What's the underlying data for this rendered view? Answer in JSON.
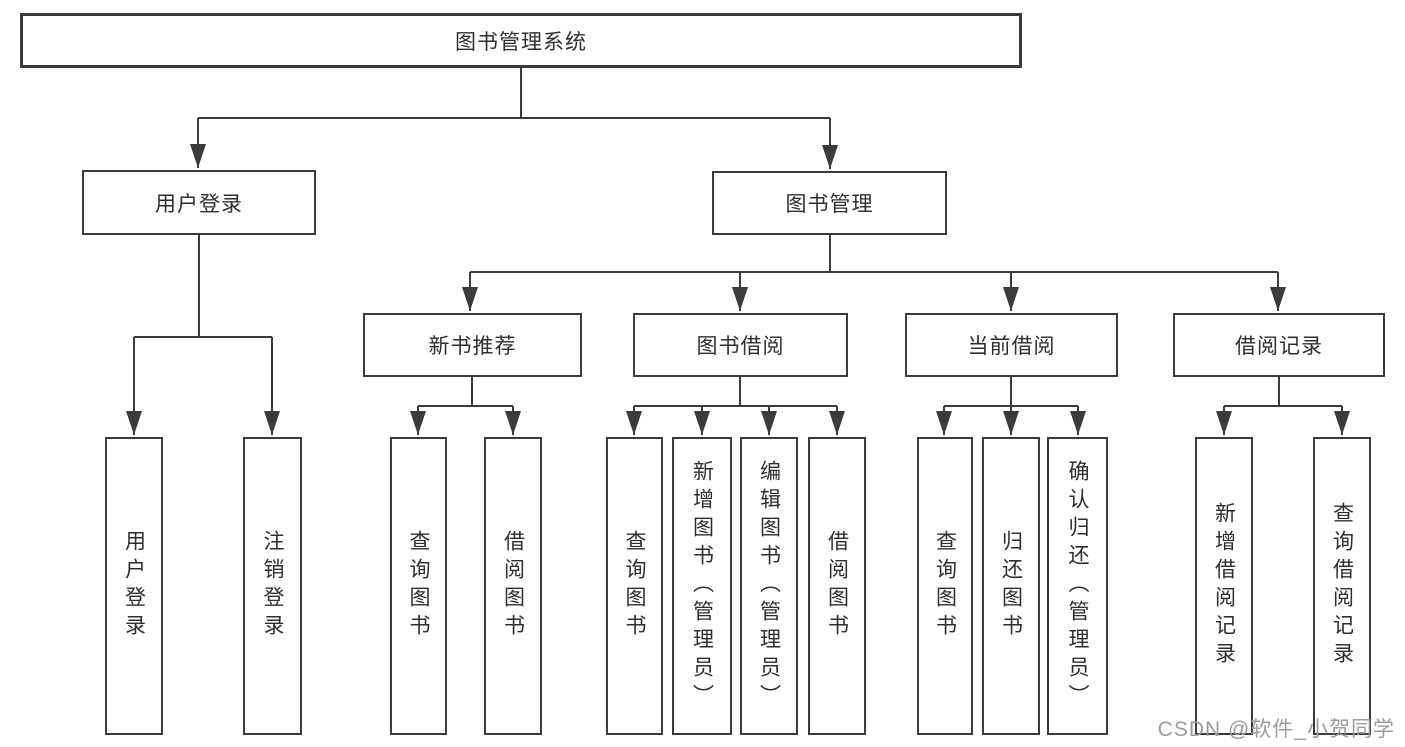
{
  "tree": {
    "root": {
      "label": "图书管理系统"
    },
    "children": [
      {
        "label": "用户登录",
        "children": [
          {
            "label": "用户登录"
          },
          {
            "label": "注销登录"
          }
        ]
      },
      {
        "label": "图书管理",
        "children": [
          {
            "label": "新书推荐",
            "children": [
              {
                "label": "查询图书"
              },
              {
                "label": "借阅图书"
              }
            ]
          },
          {
            "label": "图书借阅",
            "children": [
              {
                "label": "查询图书"
              },
              {
                "label": "新增图书（管理员）"
              },
              {
                "label": "编辑图书（管理员）"
              },
              {
                "label": "借阅图书"
              }
            ]
          },
          {
            "label": "当前借阅",
            "children": [
              {
                "label": "查询图书"
              },
              {
                "label": "归还图书"
              },
              {
                "label": "确认归还（管理员）"
              }
            ]
          },
          {
            "label": "借阅记录",
            "children": [
              {
                "label": "新增借阅记录"
              },
              {
                "label": "查询借阅记录"
              }
            ]
          }
        ]
      }
    ]
  },
  "watermark": {
    "text": "CSDN @软件_小贺同学"
  },
  "colors": {
    "line": "#3b3b3b",
    "text": "#2f2f2f",
    "watermark": "#9c9c9c",
    "background": "#ffffff"
  }
}
